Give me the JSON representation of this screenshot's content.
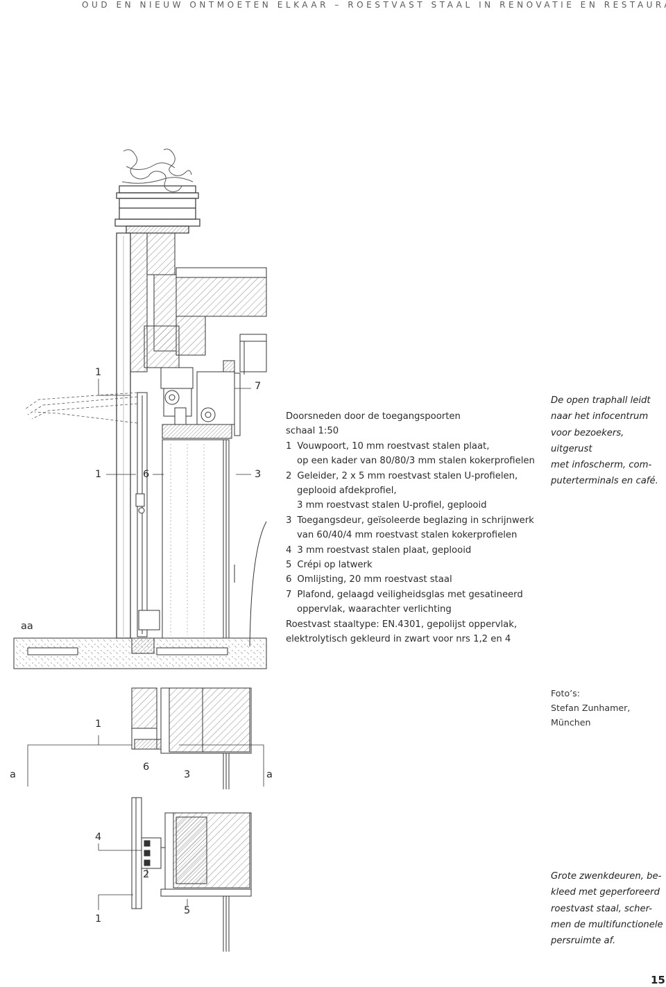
{
  "header": {
    "running_title": "OUD EN NIEUW ONTMOETEN ELKAAR – ROESTVAST STAAL IN RENOVATIE EN RESTAURATIE"
  },
  "section_drawing": {
    "callouts": {
      "c1_top": "1",
      "c7": "7",
      "c1_left": "1",
      "c6": "6",
      "c3": "3",
      "section_aa": "aa"
    }
  },
  "plan_drawing": {
    "callouts": {
      "c1": "1",
      "a_left": "a",
      "c6": "6",
      "c3": "3",
      "a_right": "a",
      "c4": "4",
      "c2": "2",
      "c1_bottom": "1",
      "c5": "5"
    }
  },
  "caption": {
    "title": "Doorsneden door de toegangspoorten",
    "scale": "schaal 1:50",
    "items": [
      {
        "num": "1",
        "text": "Vouwpoort, 10 mm roestvast stalen plaat,",
        "cont": [
          "op een kader van 80/80/3 mm stalen kokerprofielen"
        ]
      },
      {
        "num": "2",
        "text": "Geleider, 2 x 5 mm roestvast stalen U-profielen,",
        "cont": [
          "geplooid afdekprofiel,",
          "3 mm roestvast stalen U-profiel, geplooid"
        ]
      },
      {
        "num": "3",
        "text": "Toegangsdeur, geïsoleerde beglazing in schrijnwerk",
        "cont": [
          "van 60/40/4 mm roestvast stalen kokerprofielen"
        ]
      },
      {
        "num": "4",
        "text": "3 mm roestvast stalen plaat, geplooid",
        "cont": []
      },
      {
        "num": "5",
        "text": "Crépi op latwerk",
        "cont": []
      },
      {
        "num": "6",
        "text": "Omlijsting, 20 mm roestvast staal",
        "cont": []
      },
      {
        "num": "7",
        "text": "Plafond, gelaagd veiligheidsglas met gesatineerd",
        "cont": [
          "oppervlak, waarachter verlichting"
        ]
      }
    ],
    "footer_lines": [
      "Roestvast staaltype: EN.4301, gepolijst oppervlak,",
      "elektrolytisch gekleurd in zwart voor nrs 1,2 en 4"
    ]
  },
  "side_notes": {
    "top": [
      "De open traphall leidt",
      "naar het infocentrum",
      "voor bezoekers, uitgerust",
      "met infoscherm, com-",
      "puterterminals en café."
    ],
    "bottom": [
      "Grote zwenkdeuren, be-",
      "kleed met geperforeerd",
      "roestvast staal, scher-",
      "men de multifunctionele",
      "persruimte af."
    ]
  },
  "credit": {
    "label": "Foto’s:",
    "name": "Stefan Zunhamer, München"
  },
  "page_number": "15",
  "colors": {
    "ink": "#2b2b2b",
    "hatch": "#7a7a7a",
    "paper": "#ffffff"
  }
}
